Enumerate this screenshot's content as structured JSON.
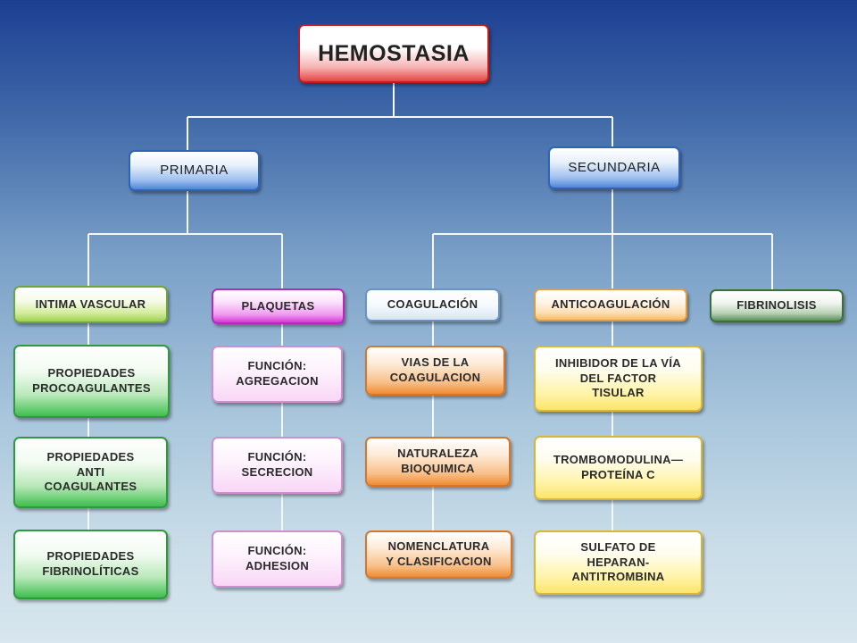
{
  "root": {
    "label": "HEMOSTASIA"
  },
  "primaria": {
    "label": "PRIMARIA",
    "intima": {
      "label": "INTIMA VASCULAR",
      "items": [
        "PROPIEDADES\nPROCOAGULANTES",
        "PROPIEDADES\nANTI\nCOAGULANTES",
        "PROPIEDADES\nFIBRINOLÍTICAS"
      ]
    },
    "plaquetas": {
      "label": "PLAQUETAS",
      "items": [
        "FUNCIÓN:\nAGREGACION",
        "FUNCIÓN:\nSECRECION",
        "FUNCIÓN:\nADHESION"
      ]
    }
  },
  "secundaria": {
    "label": "SECUNDARIA",
    "coagulacion": {
      "label": "COAGULACIÓN",
      "items": [
        "VIAS DE LA\nCOAGULACION",
        "NATURALEZA\nBIOQUIMICA",
        "NOMENCLATURA\nY CLASIFICACION"
      ]
    },
    "anticoagulacion": {
      "label": "ANTICOAGULACIÓN",
      "items": [
        "INHIBIDOR DE LA VÍA\nDEL FACTOR\nTISULAR",
        "TROMBOMODULINA—\nPROTEÍNA  C",
        "SULFATO DE\nHEPARAN-\nANTITROMBINA"
      ]
    },
    "fibrinolisis": {
      "label": "FIBRINOLISIS"
    }
  }
}
